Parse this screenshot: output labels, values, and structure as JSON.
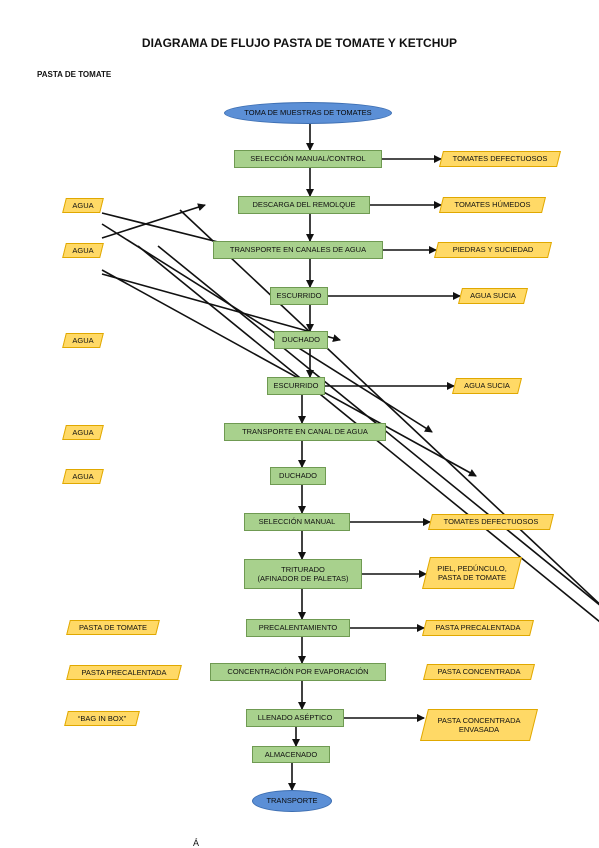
{
  "title": "DIAGRAMA DE FLUJO PASTA DE TOMATE Y KETCHUP",
  "subtitle": "PASTA DE TOMATE",
  "footer": "Á",
  "colors": {
    "process": "#a8d18d",
    "terminal": "#5b8fd6",
    "io": "#ffd966",
    "arrow": "#111111"
  },
  "start": "TOMA DE MUESTRAS DE TOMATES",
  "end": "TRANSPORTE",
  "steps": [
    {
      "label": "SELECCIÓN MANUAL/CONTROL",
      "output": "TOMATES DEFECTUOSOS"
    },
    {
      "label": "DESCARGA DEL REMOLQUE",
      "input": "AGUA",
      "output": "TOMATES HÚMEDOS"
    },
    {
      "label": "TRANSPORTE EN CANALES DE AGUA",
      "input": "AGUA",
      "output": "PIEDRAS Y  SUCIEDAD"
    },
    {
      "label": "ESCURRIDO",
      "output": "AGUA SUCIA"
    },
    {
      "label": "DUCHADO",
      "input": "AGUA"
    },
    {
      "label": "ESCURRIDO",
      "output": "AGUA SUCIA"
    },
    {
      "label": "TRANSPORTE EN CANAL DE AGUA",
      "input": "AGUA"
    },
    {
      "label": "DUCHADO",
      "input": "AGUA"
    },
    {
      "label": "SELECCIÓN MANUAL",
      "output": "TOMATES DEFECTUOSOS"
    },
    {
      "label": "TRITURADO",
      "label2": "(AFINADOR DE PALETAS)",
      "output": "PIEL, PEDÚNCULO,",
      "output2": "PASTA DE TOMATE"
    },
    {
      "label": "PRECALENTAMIENTO",
      "input": "PASTA DE TOMATE",
      "output": "PASTA PRECALENTADA"
    },
    {
      "label": "CONCENTRACIÓN POR EVAPORACIÓN",
      "input": "PASTA PRECALENTADA",
      "output": "PASTA CONCENTRADA"
    },
    {
      "label": "LLENADO ASÉPTICO",
      "input": "“BAG IN BOX”",
      "output": "PASTA CONCENTRADA",
      "output2": "ENVASADA"
    },
    {
      "label": "ALMACENADO"
    }
  ]
}
